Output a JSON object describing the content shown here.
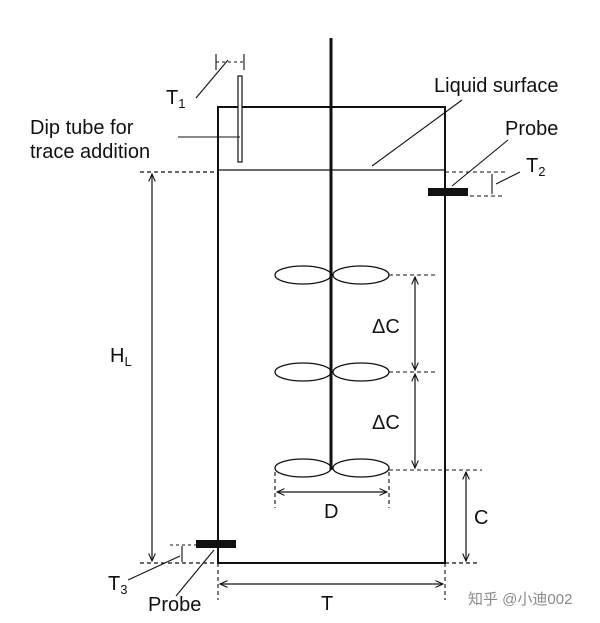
{
  "labels": {
    "liquid_surface": "Liquid surface",
    "dip_tube_line1": "Dip tube for",
    "dip_tube_line2": "trace addition",
    "probe_top": "Probe",
    "probe_bottom": "Probe",
    "t1_main": "T",
    "t1_sub": "1",
    "t2_main": "T",
    "t2_sub": "2",
    "t3_main": "T",
    "t3_sub": "3",
    "hl_main": "H",
    "hl_sub": "L",
    "delta_c_upper": "ΔC",
    "delta_c_lower": "ΔC",
    "d": "D",
    "c": "C",
    "t": "T"
  },
  "watermark": "知乎 @小迪002",
  "colors": {
    "line": "#111111",
    "watermark": "#8a8a8a",
    "background": "#ffffff"
  }
}
